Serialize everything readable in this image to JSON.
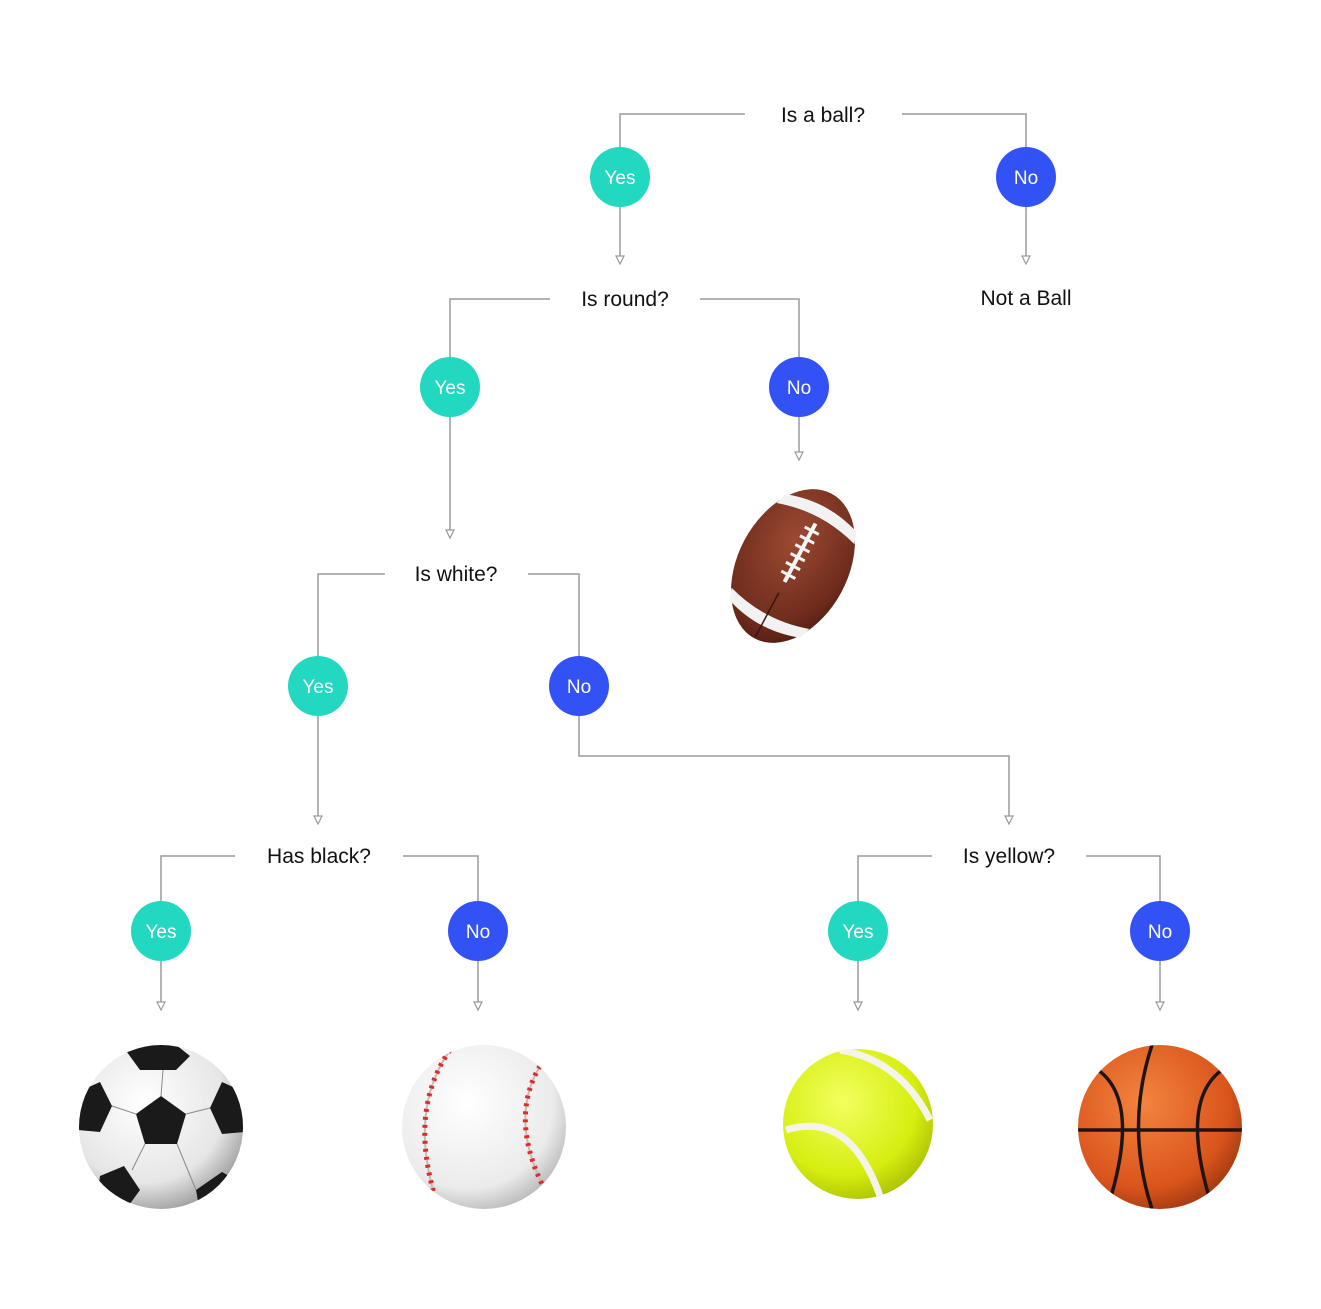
{
  "colors": {
    "yes": "#22d8c0",
    "no": "#3352f5",
    "connector": "#9a9a9a",
    "text": "#111111"
  },
  "labels": {
    "yes": "Yes",
    "no": "No"
  },
  "questions": {
    "is_ball": "Is a ball?",
    "is_round": "Is round?",
    "is_white": "Is white?",
    "has_black": "Has black?",
    "is_yellow": "Is yellow?"
  },
  "outcomes": {
    "not_ball": "Not a Ball",
    "football_icon": "american-football-icon",
    "soccer_icon": "soccer-ball-icon",
    "baseball_icon": "baseball-icon",
    "tennis_icon": "tennis-ball-icon",
    "basketball_icon": "basketball-icon"
  }
}
